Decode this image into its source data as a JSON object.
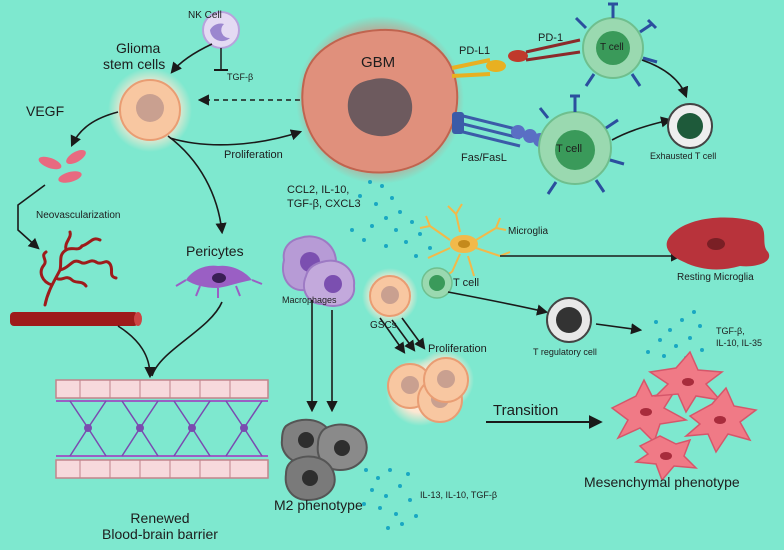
{
  "colors": {
    "background": "#7ee8cf",
    "tumor": "#d98b78",
    "tumor_glow": "#e06a58",
    "t_cell": "#9ad9b0",
    "receptor": "#2b4f9e",
    "microglia": "#f2b94a",
    "resting_microglia": "#b8333b",
    "macrophage": "#9d7ac4",
    "m2": "#666666",
    "vessel": "#9e1b1b",
    "mesenchymal": "#f07a86",
    "dots": "#1aa7c2"
  },
  "labels": {
    "nk_cell": "NK Cell",
    "tgf_beta": "TGF-β",
    "glioma_stem_cells": [
      "Glioma",
      "stem cells"
    ],
    "vegf": "VEGF",
    "gbm": "GBM",
    "pd_l1": "PD-L1",
    "pd_1": "PD-1",
    "t_cell_top": "T cell",
    "t_cell_mid": "T cell",
    "exhausted_t_cell": "Exhausted T cell",
    "fas_fasl": "Fas/FasL",
    "proliferation_top": "Proliferation",
    "neovascularization": "Neovascularization",
    "pericytes": "Pericytes",
    "cytokines_top": [
      "CCL2, IL-10,",
      "TGF-β, CXCL3"
    ],
    "microglia": "Microglia",
    "resting_microglia": "Resting Microglia",
    "macrophages": "Macrophages",
    "t_cell_low": "T cell",
    "gscs": "GSCs",
    "proliferation_low": "Proliferation",
    "t_regulatory_cell": "T regulatory cell",
    "treg_cytokines": [
      "TGF-β,",
      "IL-10, IL-35"
    ],
    "transition": "Transition",
    "mesenchymal_phenotype": "Mesenchymal phenotype",
    "m2_phenotype": "M2 phenotype",
    "m2_cytokines": "IL-13, IL-10, TGF-β",
    "renewed_bbb": [
      "Renewed",
      "Blood-brain barrier"
    ]
  }
}
